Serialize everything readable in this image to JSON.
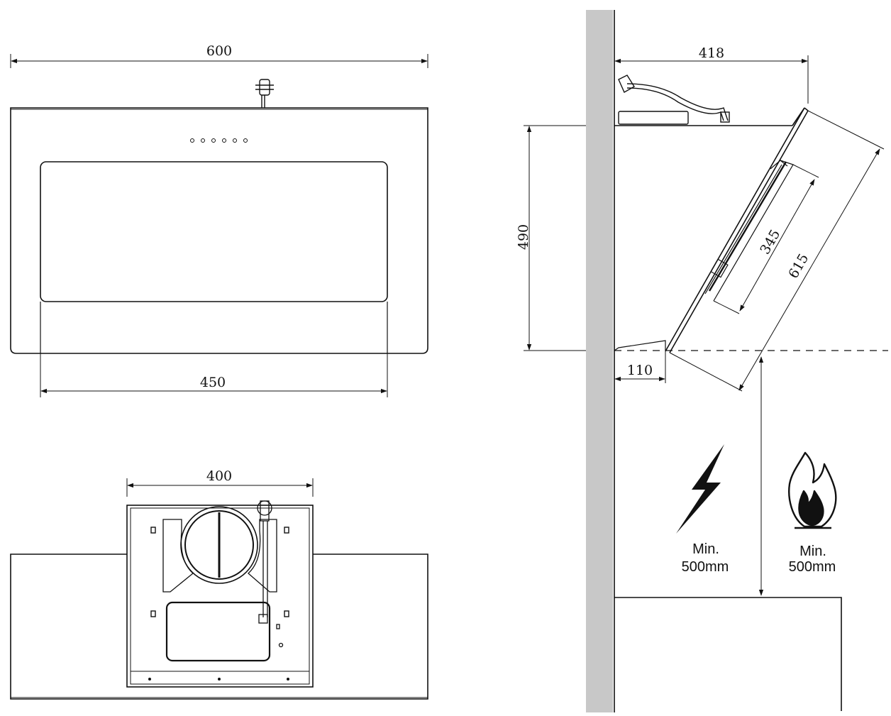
{
  "front_view": {
    "width_label": "600",
    "inner_width_label": "450"
  },
  "top_view": {
    "mount_width_label": "400"
  },
  "side_view": {
    "depth_label": "418",
    "height_label": "490",
    "offset_label": "110",
    "inner_panel_label": "345",
    "panel_length_label": "615"
  },
  "clearances": {
    "electric": {
      "icon": "lightning-icon",
      "line1": "Min.",
      "line2": "500mm"
    },
    "gas": {
      "icon": "flame-icon",
      "line1": "Min.",
      "line2": "500mm"
    }
  },
  "colors": {
    "line": "#111111",
    "wall": "#c8c8c8"
  }
}
